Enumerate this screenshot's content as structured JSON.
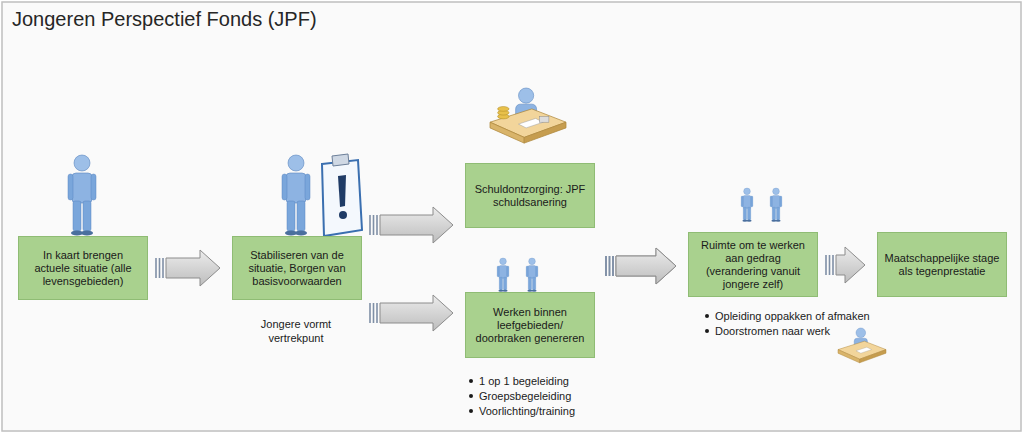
{
  "diagram": {
    "title": "Jongeren Perspectief Fonds (JPF)",
    "nodes": [
      {
        "text": [
          "In kaart brengen actuele situatie (alle levensgebieden)"
        ]
      },
      {
        "text": [
          "Stabiliseren van de situatie, Borgen van basisvoorwaarden"
        ]
      },
      {
        "text": [
          "Schuldontzorging: JPF schuldsanering"
        ]
      },
      {
        "text": [
          "Werken binnen leefgebieden/ doorbraken genereren"
        ]
      },
      {
        "text": [
          "Ruimte om te werken aan gedrag (verandering vanuit jongere zelf)"
        ]
      },
      {
        "text": [
          "Maatschappelijke stage als tegenprestatie"
        ]
      }
    ],
    "edges": [
      {
        "from": 0,
        "to": 1,
        "arrow": "to"
      },
      {
        "from": 1,
        "to": 2,
        "arrow": "to"
      },
      {
        "from": 1,
        "to": 3,
        "arrow": "to"
      },
      {
        "from": 2,
        "to": 4,
        "arrow": "to"
      },
      {
        "from": 3,
        "to": 4,
        "arrow": "to"
      },
      {
        "from": 4,
        "to": 5,
        "arrow": "to"
      }
    ],
    "labels": [
      "Jongere vormt vertrekpunt",
      "1 op 1 begeleiding",
      "Groepsbegeleiding",
      "Voorlichting/training",
      "Opleiding oppakken of afmaken",
      "Doorstromen naar werk"
    ]
  }
}
